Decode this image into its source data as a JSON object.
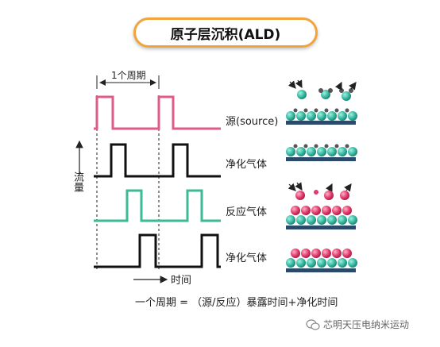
{
  "title": "原子层沉积(ALD)",
  "period_label": "1个周期",
  "y_axis_label": "流量",
  "x_axis_label": "时间",
  "signals": [
    {
      "label": "源(source)",
      "color": "#e05a8a"
    },
    {
      "label": "净化气体",
      "color": "#111111"
    },
    {
      "label": "反应气体",
      "color": "#3cba96"
    },
    {
      "label": "净化气体",
      "color": "#111111"
    }
  ],
  "footer": "一个周期 = （源/反应）暴露时间+净化时间",
  "watermark": "芯明天压电纳米运动",
  "colors": {
    "title_border": "#f2a33b",
    "source": "#e05a8a",
    "reactant": "#3cba96",
    "substrate": "#4bc3b0",
    "pink_atom": "#e03a6a"
  }
}
